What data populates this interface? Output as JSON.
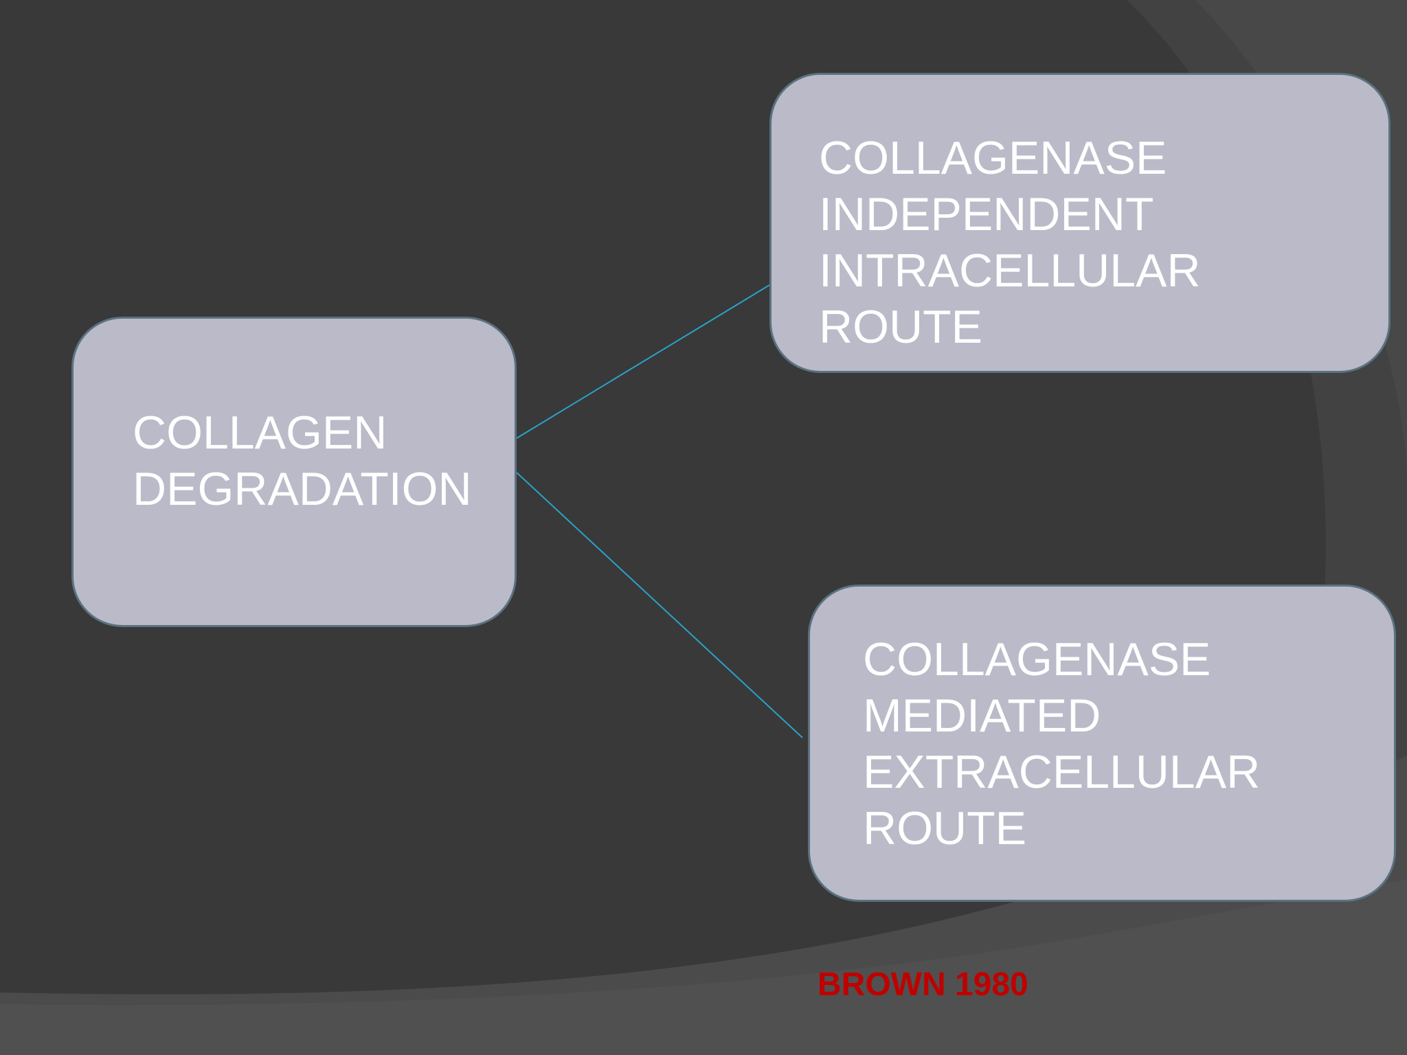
{
  "nodes": {
    "root": "COLLAGEN\nDEGRADATION",
    "top": "COLLAGENASE\nINDEPENDENT\nINTRACELLULAR\nROUTE",
    "bottom": "COLLAGENASE\nMEDIATED\nEXTRACELLULAR\nROUTE"
  },
  "citation": "BROWN 1980",
  "colors": {
    "background": "#393939",
    "box_fill": "#babac9",
    "box_border": "#5a7280",
    "connector": "#29a3c9",
    "text": "#ffffff",
    "citation": "#c00000"
  }
}
